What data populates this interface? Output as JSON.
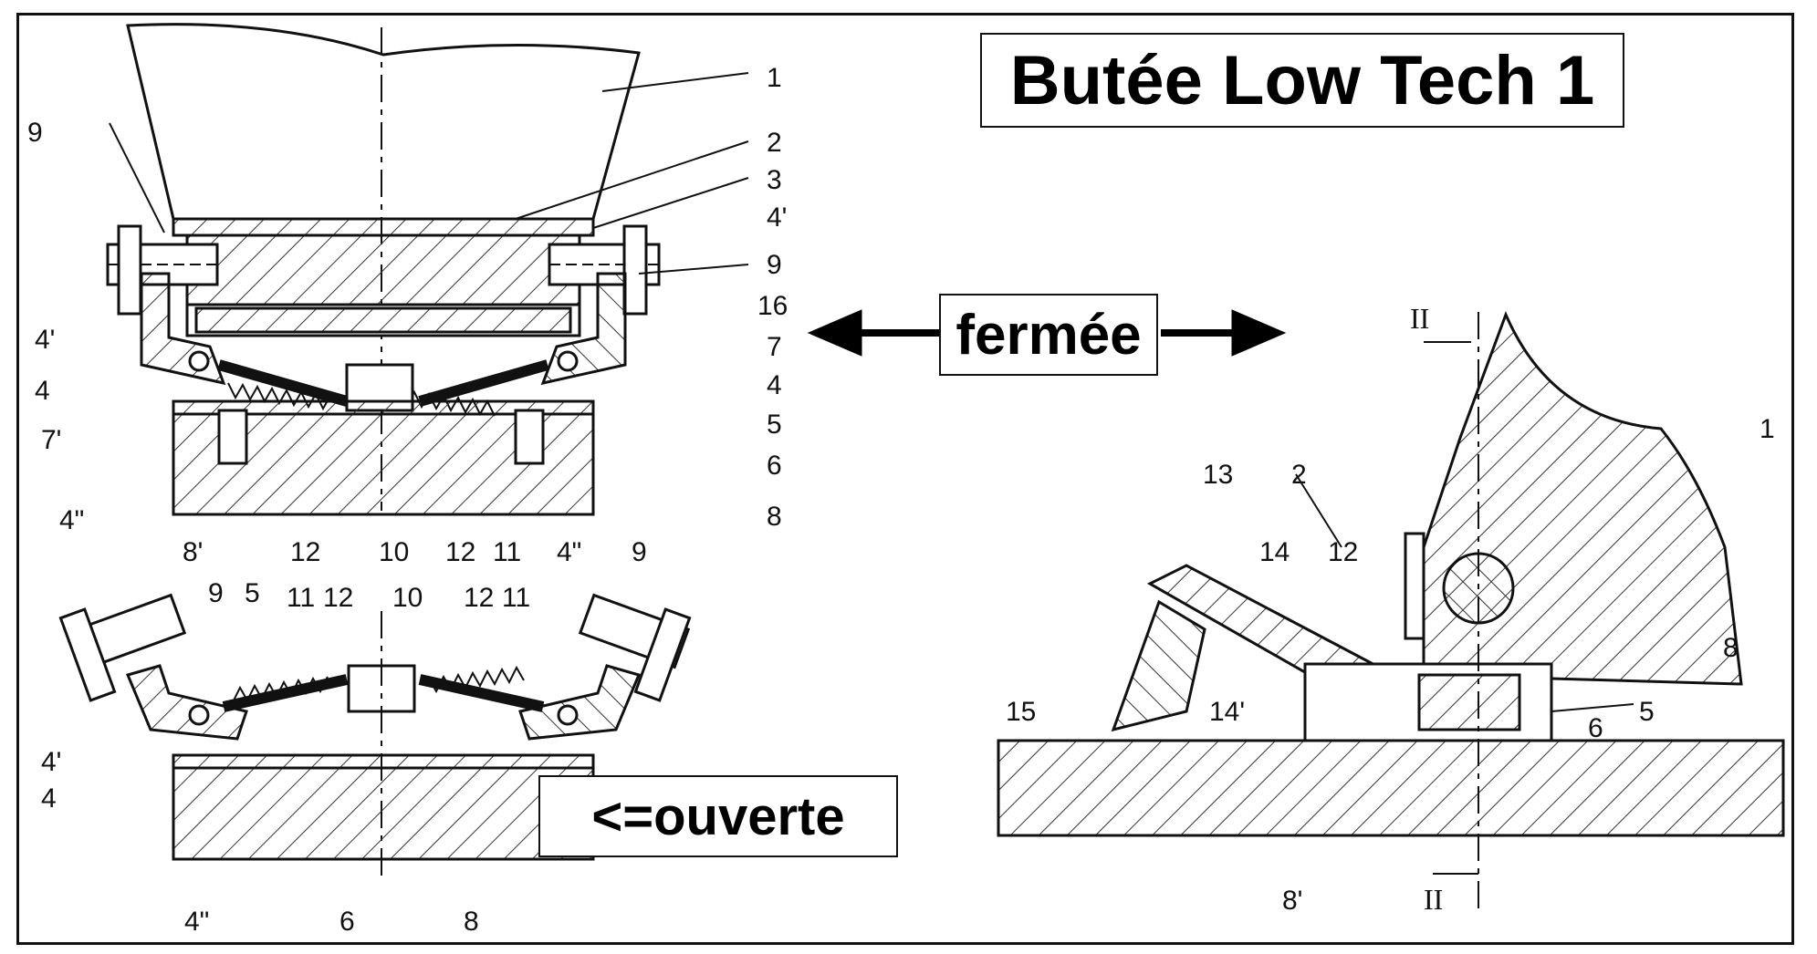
{
  "title": "Butée Low Tech 1",
  "labels": {
    "closed": "fermée",
    "open": "<=ouverte"
  },
  "callouts": {
    "top": [
      "1",
      "2",
      "3",
      "4'",
      "9",
      "16",
      "7",
      "4",
      "5",
      "6",
      "8",
      "9",
      "4'",
      "4",
      "7'",
      "4\"",
      "8'",
      "12",
      "10",
      "12",
      "11",
      "4\""
    ],
    "bottom": [
      "9",
      "5",
      "11",
      "12",
      "10",
      "12",
      "11",
      "9",
      "4'",
      "4",
      "4\"",
      "6",
      "8"
    ],
    "side": [
      "II",
      "1",
      "13",
      "2",
      "14",
      "12",
      "8",
      "15",
      "14'",
      "5",
      "6",
      "8'",
      "II"
    ]
  },
  "colors": {
    "ink": "#111111",
    "hatch": "#333333",
    "paper": "#ffffff"
  }
}
